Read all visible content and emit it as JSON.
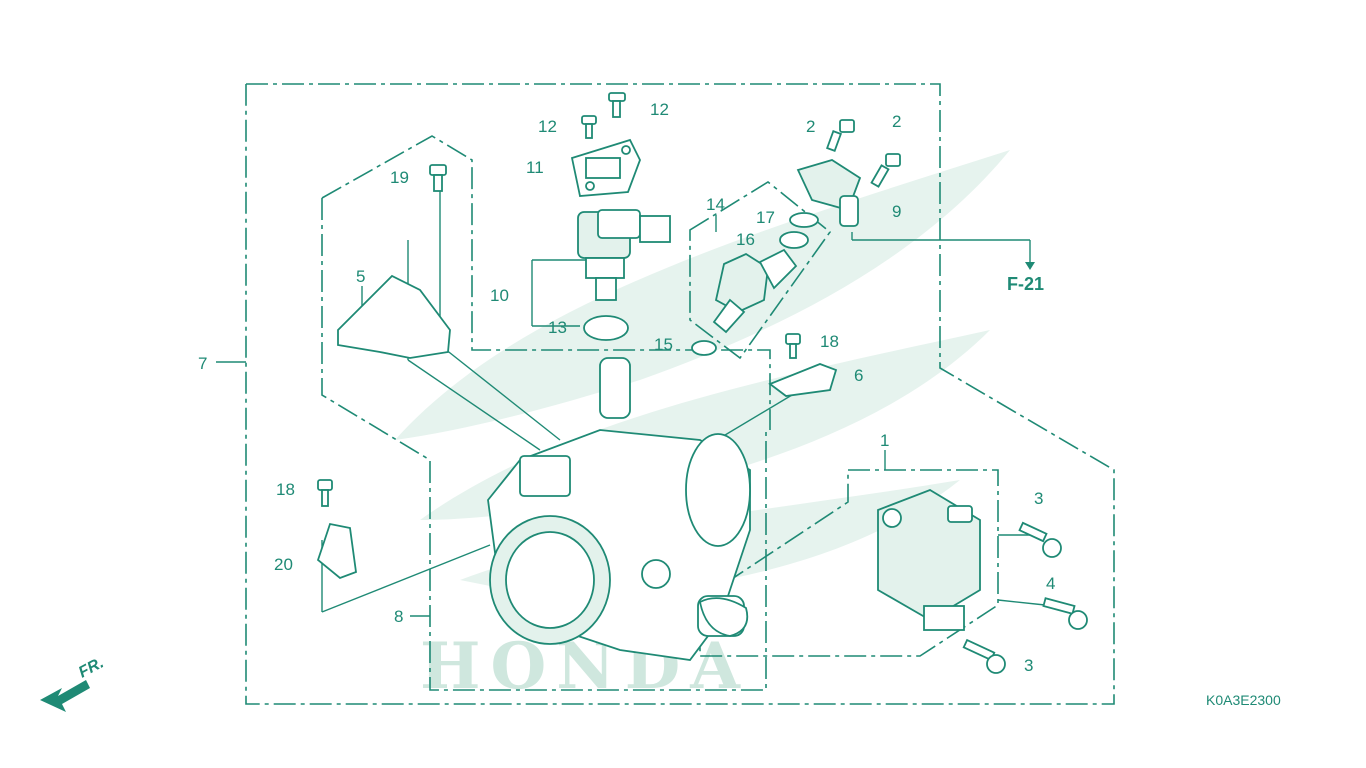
{
  "diagram": {
    "reference_code": "K0A3E2300",
    "external_ref": "F-21",
    "front_indicator": "FR.",
    "watermark_text": "HONDA",
    "accent_color": "#1f8a75",
    "callouts": [
      {
        "id": "c7",
        "text": "7"
      },
      {
        "id": "c12a",
        "text": "12"
      },
      {
        "id": "c12b",
        "text": "12"
      },
      {
        "id": "c11",
        "text": "11"
      },
      {
        "id": "c10",
        "text": "10"
      },
      {
        "id": "c13",
        "text": "13"
      },
      {
        "id": "c19",
        "text": "19"
      },
      {
        "id": "c5",
        "text": "5"
      },
      {
        "id": "c14",
        "text": "14"
      },
      {
        "id": "c17",
        "text": "17"
      },
      {
        "id": "c16",
        "text": "16"
      },
      {
        "id": "c15",
        "text": "15"
      },
      {
        "id": "c2a",
        "text": "2"
      },
      {
        "id": "c2b",
        "text": "2"
      },
      {
        "id": "c9",
        "text": "9"
      },
      {
        "id": "c18a",
        "text": "18"
      },
      {
        "id": "c6",
        "text": "6"
      },
      {
        "id": "c1",
        "text": "1"
      },
      {
        "id": "c3a",
        "text": "3"
      },
      {
        "id": "c4",
        "text": "4"
      },
      {
        "id": "c3b",
        "text": "3"
      },
      {
        "id": "c18b",
        "text": "18"
      },
      {
        "id": "c20",
        "text": "20"
      },
      {
        "id": "c8",
        "text": "8"
      }
    ]
  }
}
